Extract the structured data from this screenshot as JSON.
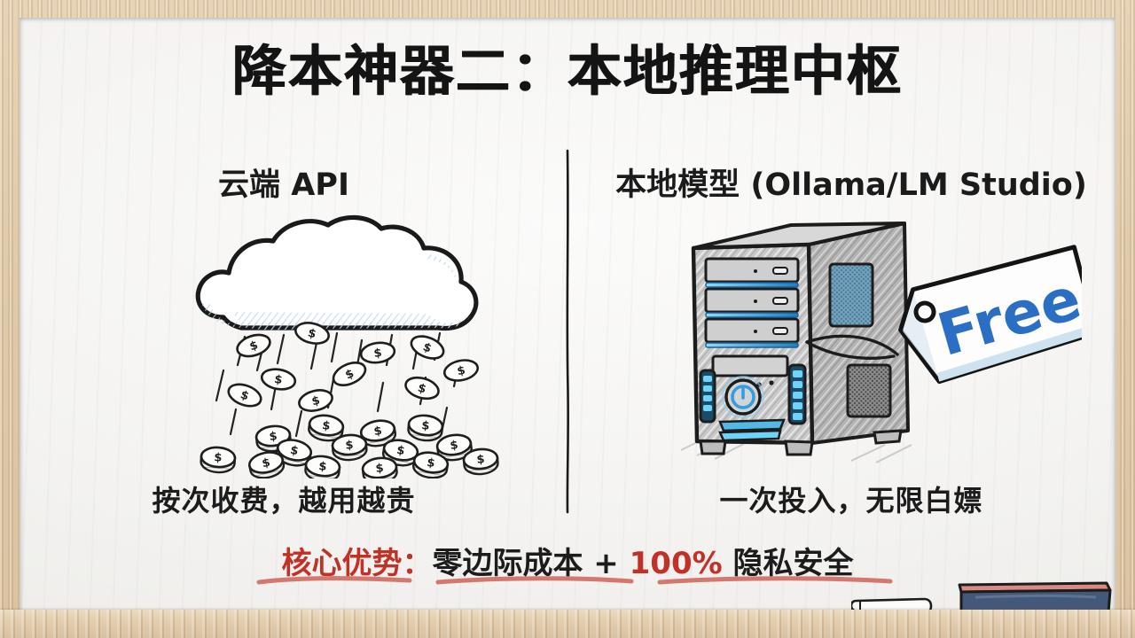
{
  "board": {
    "frame_color": "#dcc5a3",
    "surface_color": "#f4f3f1",
    "title": "降本神器二：本地推理中枢"
  },
  "columns": {
    "left": {
      "heading": "云端 API",
      "caption": "按次收费，越用越贵",
      "illustration_name": "rain-cloud-with-coins",
      "cloud_shade_color": "#b9d3e6"
    },
    "right": {
      "heading": "本地模型 (Ollama/LM Studio)",
      "caption": "一次投入，无限白嫖",
      "illustration_name": "desktop-pc-tower",
      "tag_label": "Free",
      "tag_text_color": "#2a6fc4",
      "pc_led_color": "#2f9fe0"
    }
  },
  "divider": {
    "name": "vertical-divider"
  },
  "summary": {
    "label": "核心优势：",
    "part_one": "零边际成本 + ",
    "highlight": "100%",
    "part_two": " 隐私安全",
    "label_color": "#c23127",
    "highlight_color": "#c23127",
    "body_color": "#1c1c1c",
    "underline_color": "#cf6a5f"
  },
  "accessories": {
    "marker_label": "white-marker",
    "eraser_label": "board-eraser",
    "eraser_body_color": "#44587a",
    "eraser_top_color": "#d98a84"
  }
}
